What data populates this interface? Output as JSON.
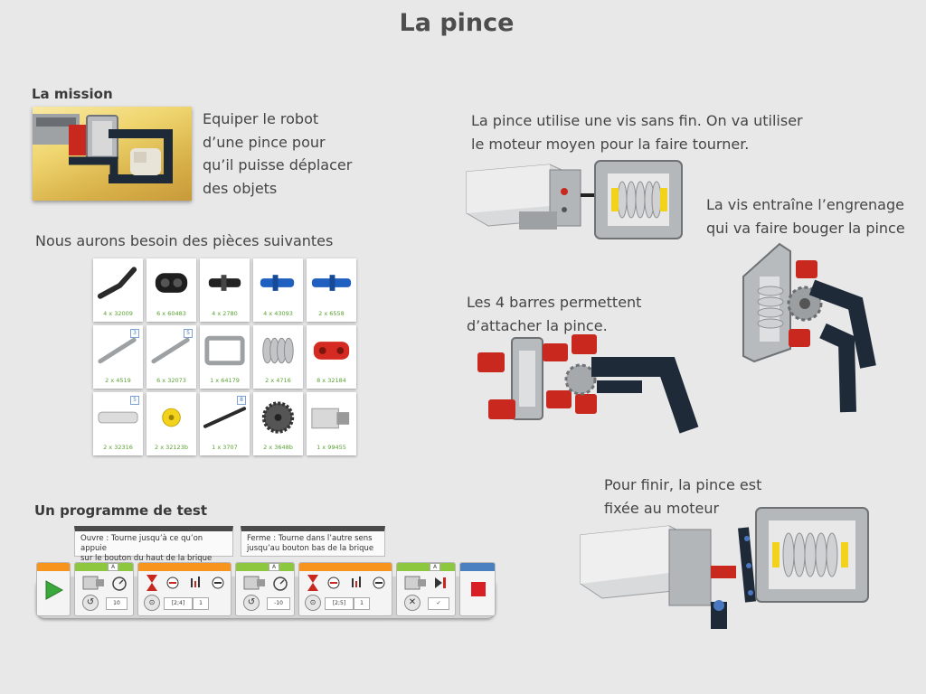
{
  "page": {
    "title": "La pince"
  },
  "mission": {
    "heading": "La mission",
    "text": [
      "Equiper le robot",
      "d’une pince pour",
      "qu’il puisse déplacer",
      "des objets"
    ]
  },
  "parts": {
    "intro": "Nous aurons besoin des pièces suivantes",
    "items": [
      {
        "qty": "4 x 32009",
        "icon": "angled-beam-icon"
      },
      {
        "qty": "6 x 60483",
        "icon": "black-connector-icon"
      },
      {
        "qty": "4 x 2780",
        "icon": "black-pin-icon"
      },
      {
        "qty": "4 x 43093",
        "icon": "blue-axle-pin-icon"
      },
      {
        "qty": "2 x 6558",
        "icon": "blue-long-pin-icon"
      },
      {
        "qty": "2 x 4519",
        "icon": "axle-icon",
        "badge": "3"
      },
      {
        "qty": "6 x 32073",
        "icon": "axle-icon",
        "badge": "5"
      },
      {
        "qty": "1 x 64179",
        "icon": "frame-icon"
      },
      {
        "qty": "2 x 4716",
        "icon": "worm-gear-icon"
      },
      {
        "qty": "8 x 32184",
        "icon": "red-connector-icon"
      },
      {
        "qty": "2 x 32316",
        "icon": "white-beam-icon",
        "badge": "5"
      },
      {
        "qty": "2 x 32123b",
        "icon": "yellow-bush-icon"
      },
      {
        "qty": "1 x 3707",
        "icon": "black-axle-icon",
        "badge": "8"
      },
      {
        "qty": "2 x 3648b",
        "icon": "gear-icon"
      },
      {
        "qty": "1 x 99455",
        "icon": "medium-motor-icon"
      }
    ]
  },
  "program": {
    "heading": "Un programme de test",
    "comment1": [
      "Ouvre : Tourne jusqu’à ce qu’on appuie",
      "sur le bouton du haut de la brique"
    ],
    "comment2": [
      "Ferme : Tourne dans l’autre sens",
      "jusqu’au bouton bas de la brique"
    ],
    "port_a": "A",
    "power_open": "10",
    "power_close": "-10",
    "wait1_buttons": "[2;4]",
    "wait2_buttons": "[2;5]",
    "wait_state": "1"
  },
  "steps": {
    "step1": [
      "La pince utilise une vis sans fin. On va utiliser",
      "le moteur moyen pour la faire tourner."
    ],
    "step2": [
      "La vis entraîne l’engrenage",
      "qui va faire bouger la pince"
    ],
    "step3": [
      "Les 4 barres permettent",
      "d’attacher la pince."
    ],
    "step4": [
      "Pour finir, la pince est",
      "fixée au moteur"
    ]
  },
  "colors": {
    "green": "#5aa332",
    "block_green": "#8dc63f",
    "block_orange": "#f7941d",
    "stop_red": "#d81f26",
    "lego_red": "#c8281e",
    "lego_dark": "#1f2a38",
    "lego_grey": "#a8abae"
  }
}
